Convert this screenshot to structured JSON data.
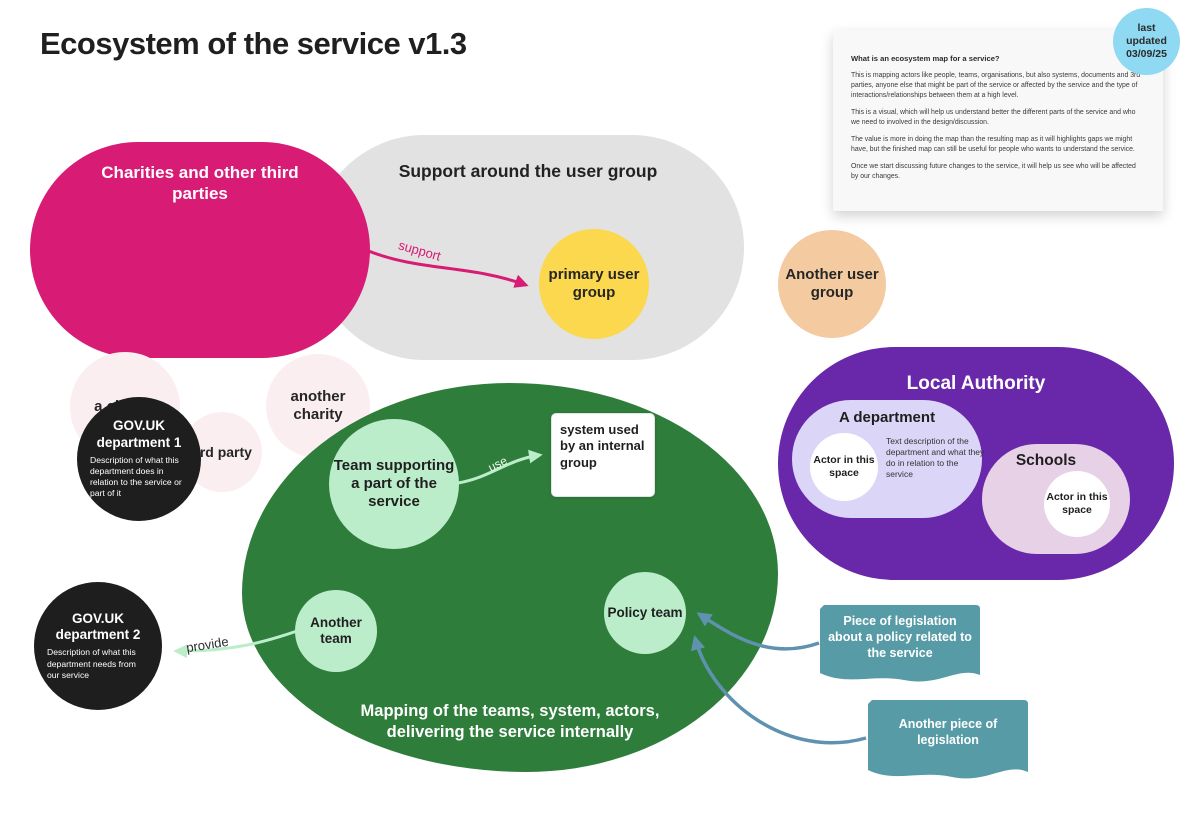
{
  "title": "Ecosystem of the service v1.3",
  "badge": {
    "text": "last updated 03/09/25"
  },
  "note": {
    "heading": "What is an ecosystem map for a service?",
    "paragraphs": [
      "This is mapping actors like people, teams, organisations, but also systems, documents and 3rd parties, anyone else that might be part of the service or affected by the service and the type of interactions/relationships between them at a high level.",
      "This is a visual, which will help us understand better the different parts of the service and who we need to involved in the design/discussion.",
      "The value is more in doing the map than the resulting map as it will highlights gaps we might have, but the finished map can still be useful for people who wants to understand the service.",
      "Once we start discussing future changes to the service, it will help us see who will be affected by our changes."
    ]
  },
  "charities": {
    "title": "Charities and other third parties",
    "members": [
      "a charity",
      "3rd party",
      "another charity"
    ]
  },
  "support_group": {
    "title": "Support around the user group",
    "primary": "primary user group"
  },
  "another_user_group": "Another user group",
  "local_authority": {
    "title": "Local Authority",
    "department": {
      "title": "A department",
      "actor": "Actor in this space",
      "description": "Text description of the department and what they do in relation to the service"
    },
    "schools": {
      "title": "Schools",
      "actor": "Actor in this space"
    }
  },
  "govuk1": {
    "title": "GOV.UK department 1",
    "description": "Description of what this department does in relation to the service or part of it"
  },
  "govuk2": {
    "title": "GOV.UK department 2",
    "description": "Description of what this department needs from our service"
  },
  "internal": {
    "caption": "Mapping of the teams, system, actors, delivering the service internally",
    "team1": "Team supporting a part of the service",
    "team2": "Another team",
    "policy_team": "Policy team",
    "system": "system used by an internal group"
  },
  "legislation": {
    "piece1": "Piece of legislation about a policy related to the service",
    "piece2": "Another piece of legislation"
  },
  "arrows": {
    "support": "support",
    "use": "use",
    "provide": "provide"
  },
  "colors": {
    "pink": "#d81b74",
    "light_pink": "#fbeef1",
    "gray": "#e2e2e2",
    "yellow": "#fbd84d",
    "peach": "#f4cba0",
    "purple": "#6927a9",
    "lavender": "#dbd5f8",
    "schools_lilac": "#e6d1e6",
    "green": "#2e7d3b",
    "light_green": "#bcedcb",
    "teal": "#579ba7",
    "steel_arrow": "#5e92ae",
    "badge_blue": "#8fd9f3",
    "black_node": "#1e1e1e"
  }
}
